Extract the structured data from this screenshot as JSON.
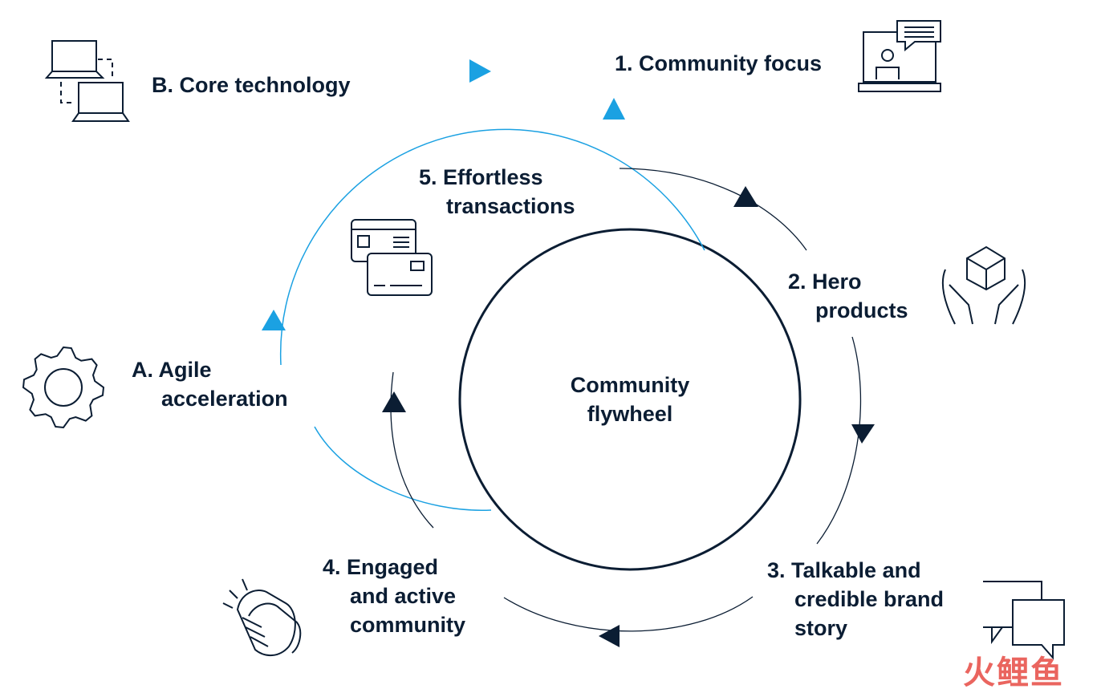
{
  "center": {
    "line1": "Community",
    "line2": "flywheel"
  },
  "outer_cycle": {
    "color": "#1ba1e2",
    "steps": [
      {
        "label": "A. Agile",
        "label2": "acceleration",
        "icon": "gear-icon"
      },
      {
        "label": "B. Core technology",
        "icon": "two-laptops-icon"
      }
    ]
  },
  "inner_cycle": {
    "color": "#0b1d33",
    "steps": [
      {
        "label": "1. Community focus",
        "icon": "laptop-video-chat-icon"
      },
      {
        "label": "2. Hero",
        "label2": "products",
        "icon": "hands-holding-box-icon"
      },
      {
        "label": "3. Talkable and",
        "label2": "credible brand",
        "label3": "story",
        "icon": "speech-bubbles-icon"
      },
      {
        "label": "4. Engaged",
        "label2": "and active",
        "label3": "community",
        "icon": "clapping-hands-icon"
      },
      {
        "label": "5. Effortless",
        "label2": "transactions",
        "icon": "payment-cards-icon"
      }
    ]
  },
  "watermark": "火鲤鱼"
}
